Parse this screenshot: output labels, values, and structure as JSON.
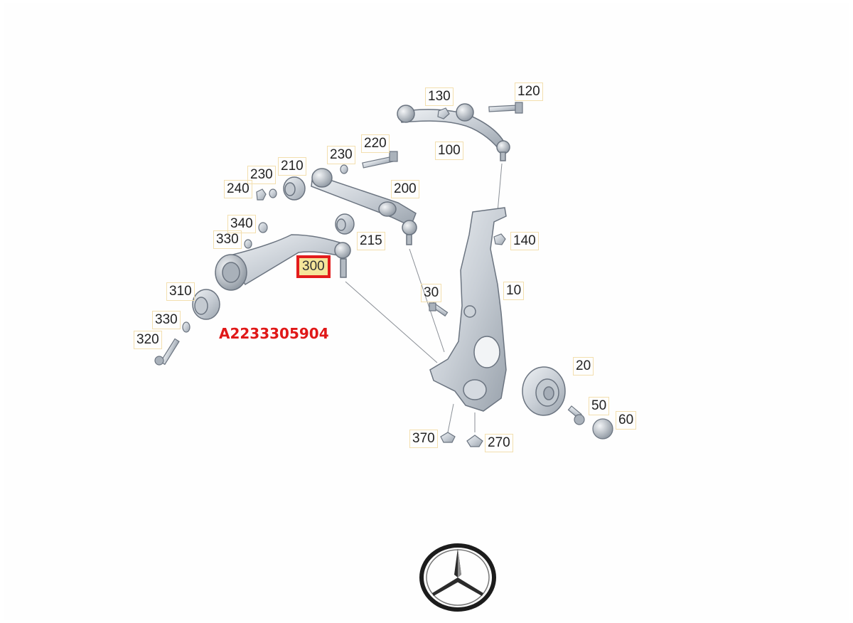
{
  "callouts": [
    {
      "id": "120",
      "text": "120"
    },
    {
      "id": "130",
      "text": "130"
    },
    {
      "id": "100",
      "text": "100"
    },
    {
      "id": "220",
      "text": "220"
    },
    {
      "id": "230a",
      "text": "230"
    },
    {
      "id": "210",
      "text": "210"
    },
    {
      "id": "230b",
      "text": "230"
    },
    {
      "id": "240",
      "text": "240"
    },
    {
      "id": "200",
      "text": "200"
    },
    {
      "id": "340",
      "text": "340"
    },
    {
      "id": "330a",
      "text": "330"
    },
    {
      "id": "215",
      "text": "215"
    },
    {
      "id": "140",
      "text": "140"
    },
    {
      "id": "300",
      "text": "300"
    },
    {
      "id": "310",
      "text": "310"
    },
    {
      "id": "30",
      "text": "30"
    },
    {
      "id": "10",
      "text": "10"
    },
    {
      "id": "330b",
      "text": "330"
    },
    {
      "id": "320",
      "text": "320"
    },
    {
      "id": "20",
      "text": "20"
    },
    {
      "id": "50",
      "text": "50"
    },
    {
      "id": "60",
      "text": "60"
    },
    {
      "id": "370",
      "text": "370"
    },
    {
      "id": "270",
      "text": "270"
    }
  ],
  "part_number": "A2233305904",
  "highlighted_callout": "300",
  "colors": {
    "part_fill": "#d9dee3",
    "part_stroke": "#6b7480",
    "highlight_border": "#e31c1c",
    "highlight_fill": "#f5e59a",
    "part_number_text": "#e01818"
  },
  "logo": {
    "icon": "mercedes-star-icon"
  }
}
